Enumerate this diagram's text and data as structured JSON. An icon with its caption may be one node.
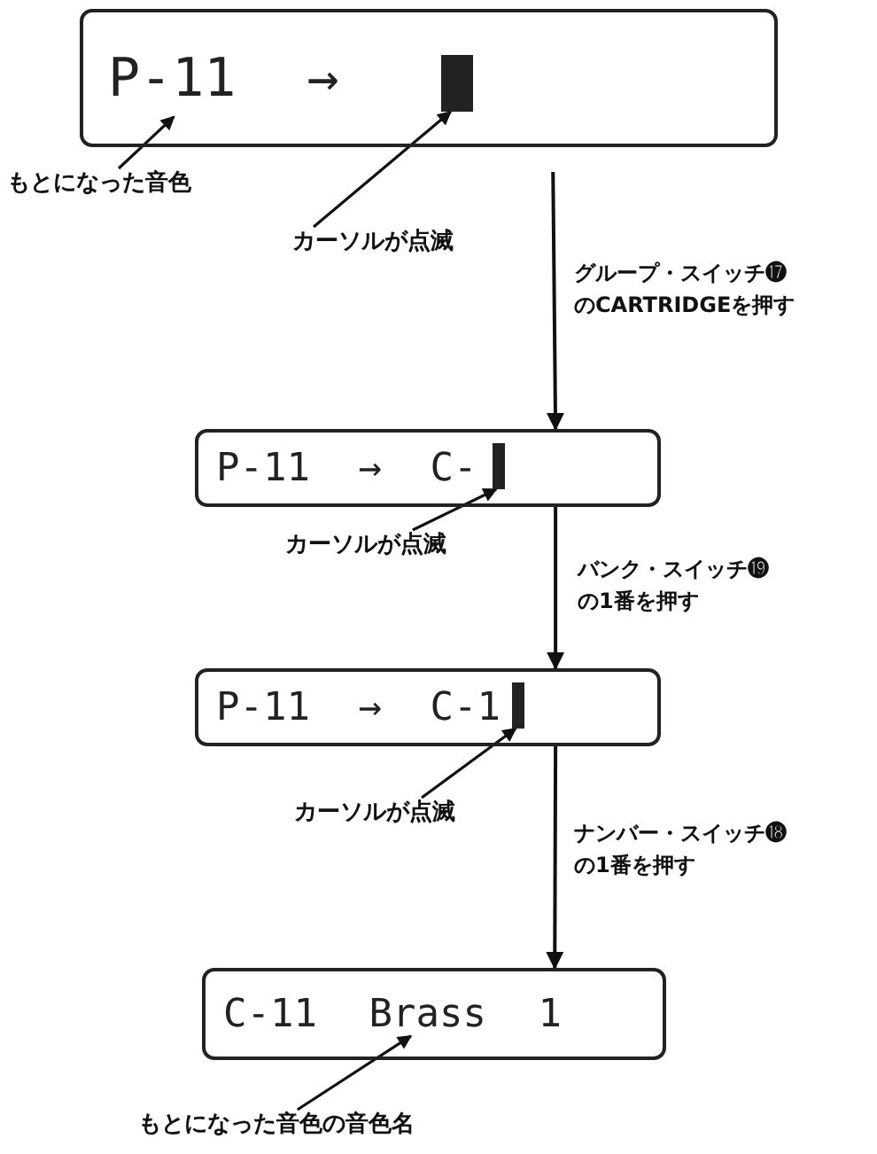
{
  "diagram": {
    "nodes": [
      {
        "text": [
          "P-11 →"
        ]
      },
      {
        "text": [],
        "shape": "box",
        "in": 0
      },
      {
        "text": [
          "もとになった音色"
        ]
      },
      {
        "text": [
          "カーソルが点滅"
        ]
      },
      {
        "text": [
          "P-11 → C-"
        ]
      },
      {
        "text": [],
        "shape": "box",
        "in": 4
      },
      {
        "text": [
          "カーソルが点滅"
        ]
      },
      {
        "text": [
          "P-11 → C-1"
        ]
      },
      {
        "text": [],
        "shape": "box",
        "in": 7
      },
      {
        "text": [
          "カーソルが点滅"
        ]
      },
      {
        "text": [
          "C-11 Brass 1"
        ]
      },
      {
        "text": [
          "もとになった音色の音色名"
        ]
      }
    ],
    "edges": [
      {
        "from": 2,
        "to": 0,
        "arrow": "to"
      },
      {
        "from": 3,
        "to": 1,
        "arrow": "to"
      },
      {
        "from": 0,
        "to": 4,
        "arrow": "to",
        "label": "グループ・スイッチ⓱のCARTRIDGEを押す"
      },
      {
        "from": 6,
        "to": 5,
        "arrow": "to"
      },
      {
        "from": 4,
        "to": 7,
        "arrow": "to",
        "label": "バンク・スイッチ⓳の1番を押す"
      },
      {
        "from": 9,
        "to": 8,
        "arrow": "to"
      },
      {
        "from": 7,
        "to": 10,
        "arrow": "to",
        "label": "ナンバー・スイッチ⓲の1番を押す"
      },
      {
        "from": 11,
        "to": 10,
        "arrow": "to"
      }
    ]
  }
}
